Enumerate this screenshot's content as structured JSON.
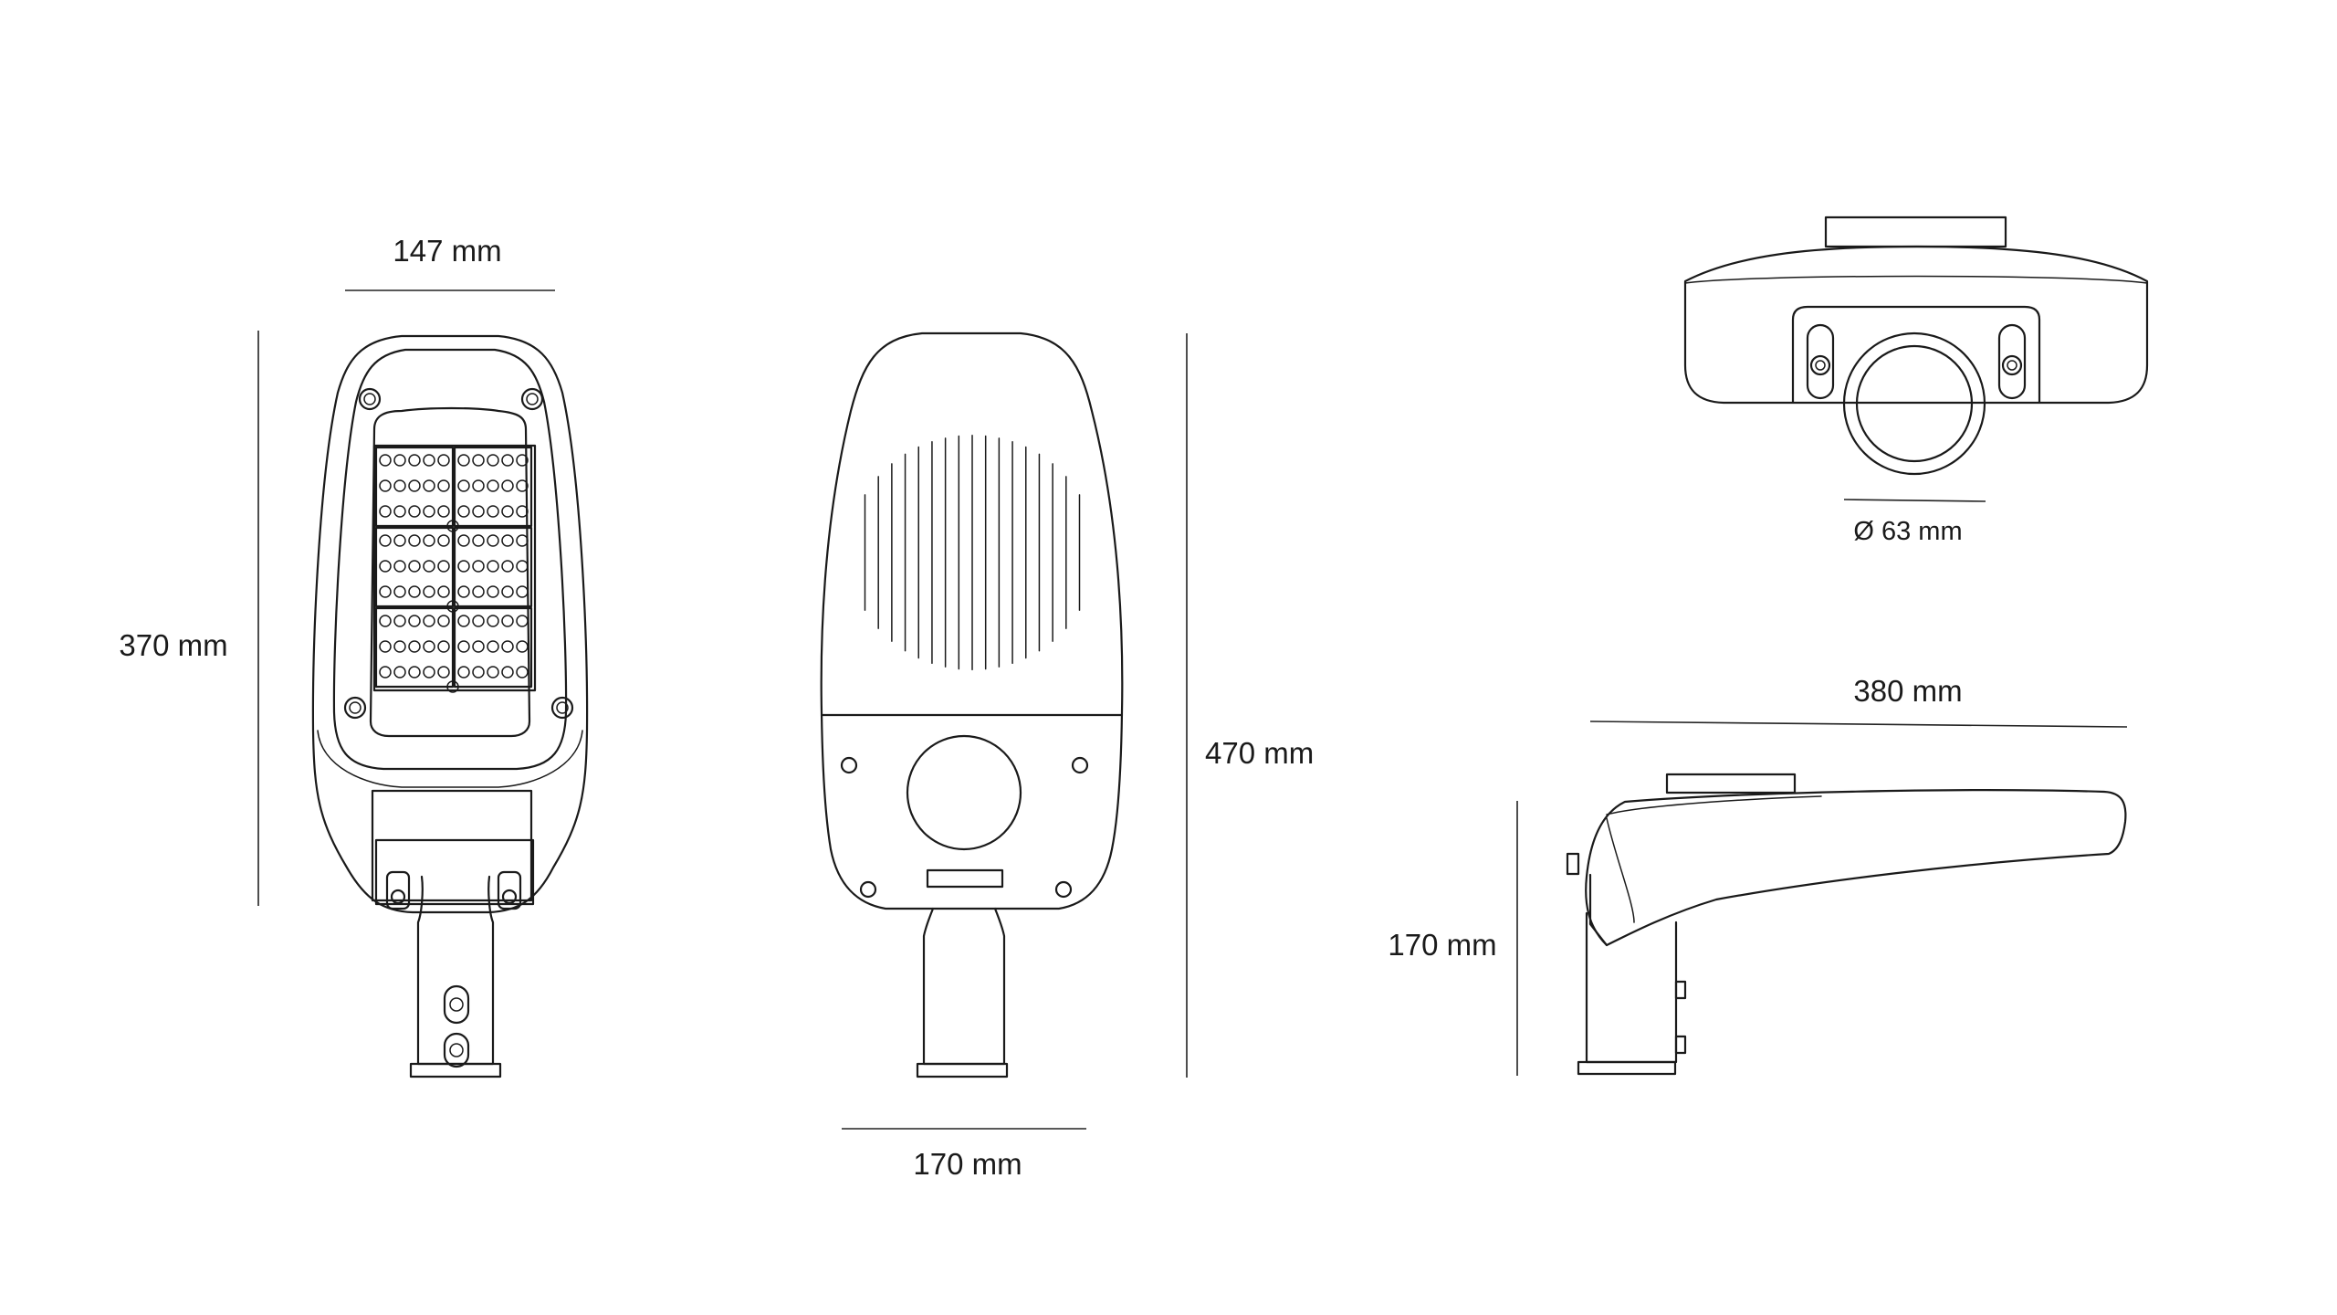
{
  "dimensions": {
    "front_width": "147 mm",
    "front_height": "370 mm",
    "back_height": "470 mm",
    "back_width": "170 mm",
    "top_diameter": "Ø 63 mm",
    "side_length": "380 mm",
    "side_height": "170 mm"
  },
  "led_array": {
    "rows": 3,
    "cols": 2,
    "lenses_per_module_row": 5,
    "lens_rows_per_module": 3
  },
  "back_view": {
    "fin_count": 17
  }
}
